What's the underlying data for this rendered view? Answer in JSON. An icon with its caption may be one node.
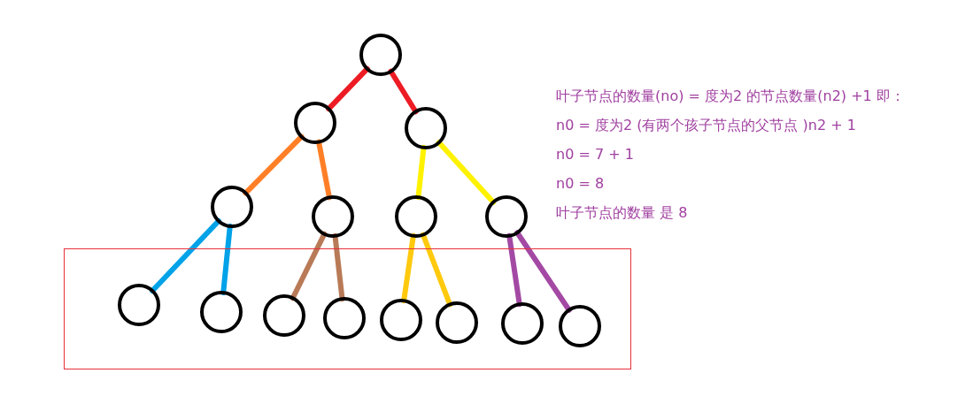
{
  "diagram": {
    "nodes": [
      {
        "text": [],
        "shape": "circle"
      },
      {
        "text": [],
        "shape": "circle"
      },
      {
        "text": [],
        "shape": "circle"
      },
      {
        "text": [],
        "shape": "circle"
      },
      {
        "text": [],
        "shape": "circle"
      },
      {
        "text": [],
        "shape": "circle"
      },
      {
        "text": [],
        "shape": "circle"
      },
      {
        "text": [],
        "shape": "box"
      },
      {
        "text": [],
        "shape": "circle",
        "in": 7
      },
      {
        "text": [],
        "shape": "circle",
        "in": 7
      },
      {
        "text": [],
        "shape": "circle",
        "in": 7
      },
      {
        "text": [],
        "shape": "circle",
        "in": 7
      },
      {
        "text": [],
        "shape": "circle",
        "in": 7
      },
      {
        "text": [],
        "shape": "circle",
        "in": 7
      },
      {
        "text": [],
        "shape": "circle",
        "in": 7
      },
      {
        "text": [],
        "shape": "circle",
        "in": 7
      }
    ],
    "edges": [
      {
        "from": 0,
        "to": 1,
        "arrow": "none",
        "color": "#ed1c24"
      },
      {
        "from": 0,
        "to": 2,
        "arrow": "none",
        "color": "#ed1c24"
      },
      {
        "from": 1,
        "to": 3,
        "arrow": "none",
        "color": "#ff7f27"
      },
      {
        "from": 1,
        "to": 4,
        "arrow": "none",
        "color": "#ff7f27"
      },
      {
        "from": 2,
        "to": 5,
        "arrow": "none",
        "color": "#fff200"
      },
      {
        "from": 2,
        "to": 6,
        "arrow": "none",
        "color": "#fff200"
      },
      {
        "from": 3,
        "to": 8,
        "arrow": "none",
        "color": "#00a2e8"
      },
      {
        "from": 3,
        "to": 9,
        "arrow": "none",
        "color": "#00a2e8"
      },
      {
        "from": 4,
        "to": 10,
        "arrow": "none",
        "color": "#b97a57"
      },
      {
        "from": 4,
        "to": 11,
        "arrow": "none",
        "color": "#b97a57"
      },
      {
        "from": 5,
        "to": 12,
        "arrow": "none",
        "color": "#ffc90e"
      },
      {
        "from": 5,
        "to": 13,
        "arrow": "none",
        "color": "#ffc90e"
      },
      {
        "from": 6,
        "to": 14,
        "arrow": "none",
        "color": "#a349a4"
      },
      {
        "from": 6,
        "to": 15,
        "arrow": "none",
        "color": "#a349a4"
      }
    ],
    "labels": [
      "叶子节点的数量(no) =  度为2 的节点数量(n2) +1 即：",
      "n0 = 度为2 (有两个孩子节点的父节点 )n2 + 1",
      "n0 = 7 + 1",
      "n0 = 8",
      "叶子节点的数量 是 8"
    ]
  }
}
